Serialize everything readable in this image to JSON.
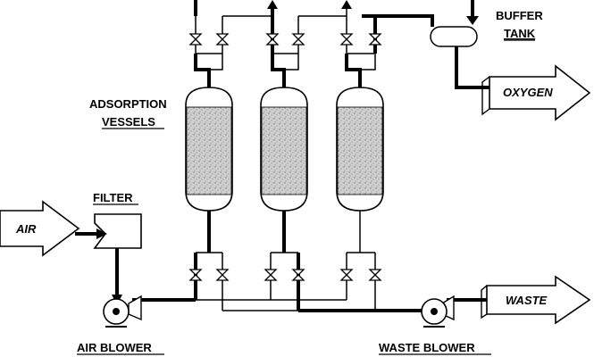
{
  "labels": {
    "buffer_line1": "BUFFER",
    "buffer_line2": "TANK",
    "adsorption_line1": "ADSORPTION",
    "adsorption_line2": "VESSELS",
    "filter": "FILTER",
    "air_blower": "AIR BLOWER",
    "waste_blower": "WASTE BLOWER"
  },
  "arrows": {
    "air": "AIR",
    "oxygen": "OXYGEN",
    "waste": "WASTE"
  },
  "colors": {
    "line": "#000000",
    "vessel_fill": "#c8c8c8",
    "background": "#ffffff"
  }
}
